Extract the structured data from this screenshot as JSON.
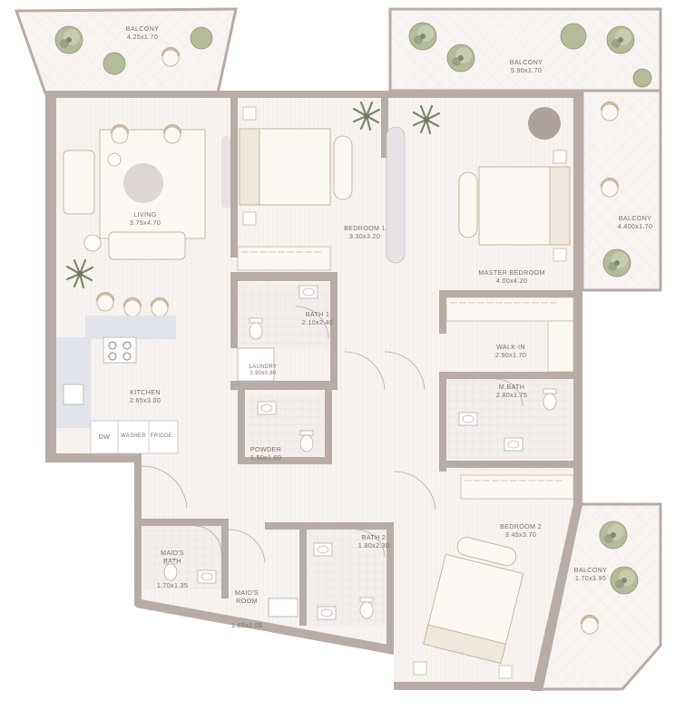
{
  "colors": {
    "wall": "#b7aca6",
    "floor_wood": "#f4f0ee",
    "floor_tile": "#f1ecea",
    "kitchen_counter": "#e4e6ee",
    "furniture_line": "#c9b79d",
    "plant_green": "#a9b28f",
    "label_text": "#7c6f69"
  },
  "rooms": {
    "balcony_1": {
      "name": "BALCONY",
      "dim": "4.25x1.70"
    },
    "balcony_2": {
      "name": "BALCONY",
      "dim": "5.90x1.70"
    },
    "balcony_3": {
      "name": "BALCONY",
      "dim": "4.400x1.70"
    },
    "balcony_4": {
      "name": "BALCONY",
      "dim": "1.70x3.95"
    },
    "living": {
      "name": "LIVING",
      "dim": "3.75x4.70"
    },
    "bedroom_1": {
      "name": "BEDROOM 1",
      "dim": "3.30x3.20"
    },
    "master_bedroom": {
      "name": "MASTER BEDROOM",
      "dim": "4.00x4.20"
    },
    "bath_1": {
      "name": "BATH 1",
      "dim": "2.10x2.40"
    },
    "laundry": {
      "name": "LAUNDRY",
      "dim": "0.90x0.90"
    },
    "walk_in": {
      "name": "WALK-IN",
      "dim": "2.90x1.70"
    },
    "m_bath": {
      "name": "M.BATH",
      "dim": "2.80x1.75"
    },
    "kitchen": {
      "name": "KITCHEN",
      "dim": "2.65x3.00"
    },
    "powder": {
      "name": "POWDER",
      "dim": "1.50x1.60"
    },
    "maids_bath": {
      "name": "MAID'S\nBATH",
      "dim": "1.70x1.35"
    },
    "maids_room": {
      "name": "MAID'S\nROOM",
      "dim": "1.65x2.05"
    },
    "bath_2": {
      "name": "BATH 2",
      "dim": "1.80x2.30"
    },
    "bedroom_2": {
      "name": "BEDROOM 2",
      "dim": "3.45x3.70"
    }
  },
  "appliances": {
    "dw": "DW",
    "washer": "WASHER",
    "fridge": "FRIDGE"
  }
}
